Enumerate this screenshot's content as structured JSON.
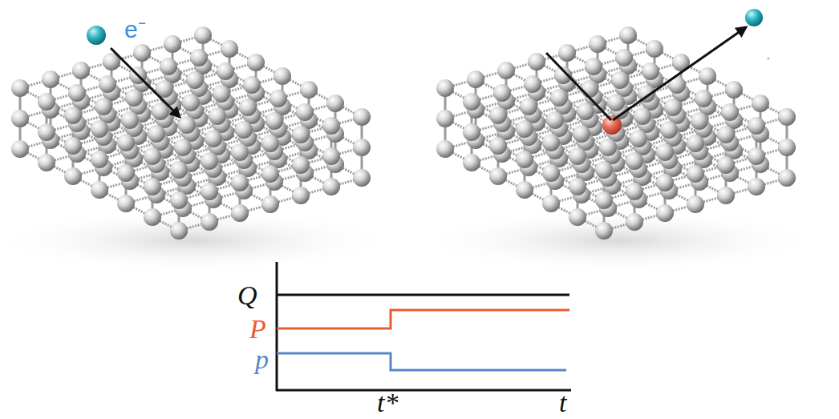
{
  "diagram": {
    "labels": [
      "e⁻",
      "Q",
      "P",
      "p",
      "t*",
      "t"
    ]
  }
}
